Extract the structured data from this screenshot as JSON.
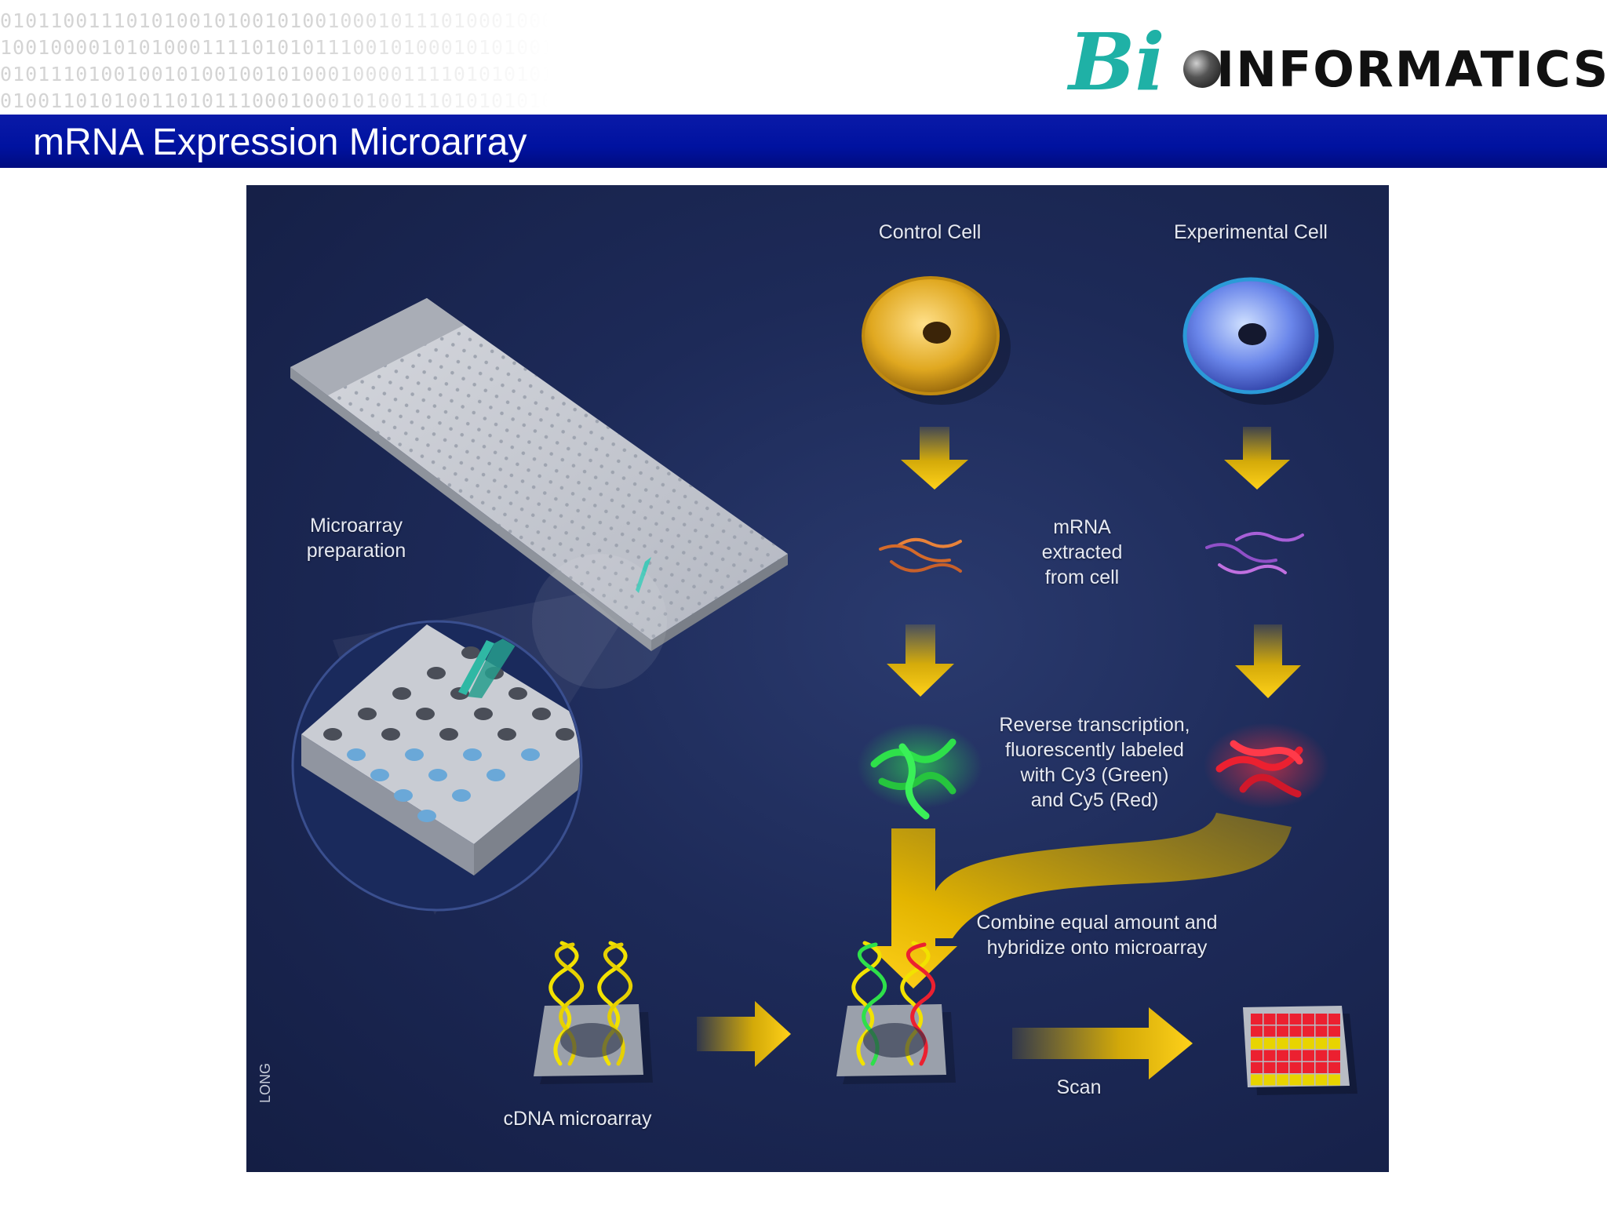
{
  "header": {
    "binary_rows": [
      "01011001110101001010010100100010111010001000001011",
      "10010000101010001111010101110010100010101001011101",
      "01011101001001010010010100010000111101010101010101",
      "01001101010011010111000100010100111010101010101011"
    ],
    "logo_bi": "Bi",
    "logo_word": "INFORMATICS",
    "slide_title": "mRNA Expression Microarray"
  },
  "diagram": {
    "labels": {
      "control_cell": "Control Cell",
      "experimental_cell": "Experimental Cell",
      "microarray_prep_1": "Microarray",
      "microarray_prep_2": "preparation",
      "mrna_1": "mRNA",
      "mrna_2": "extracted",
      "mrna_3": "from cell",
      "rt_1": "Reverse transcription,",
      "rt_2": "fluorescently labeled",
      "rt_3": "with Cy3 (Green)",
      "rt_4": "and Cy5 (Red)",
      "combine_1": "Combine equal amount and",
      "combine_2": "hybridize onto microarray",
      "cdna": "cDNA microarray",
      "scan": "Scan",
      "credit": "LONG"
    },
    "colors": {
      "arrow": "#f2c400",
      "control_cell": "#e0a820",
      "experimental_cell": "#5a74e0",
      "cy3_green": "#2ee04a",
      "cy5_red": "#ec2030",
      "control_mrna": "#e8823a",
      "experimental_mrna": "#a860d8"
    }
  }
}
